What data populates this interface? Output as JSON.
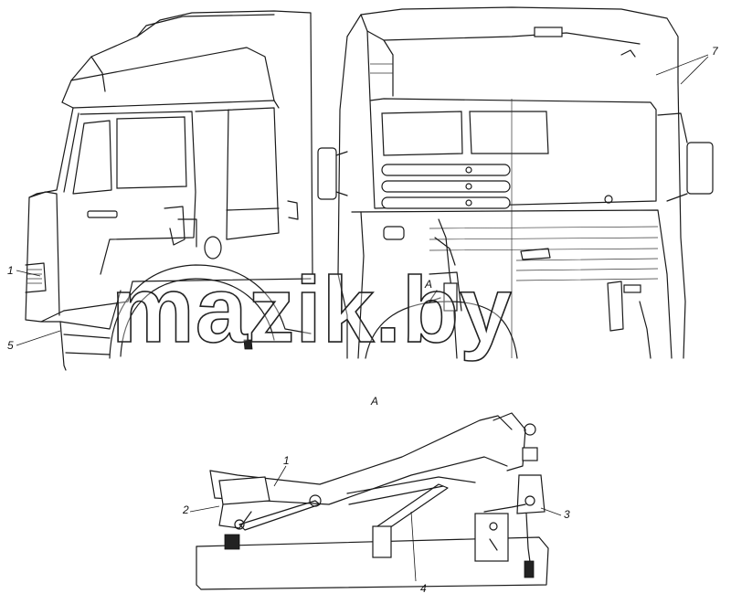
{
  "labels": {
    "view_a": "A",
    "c1_top": "1",
    "c5": "5",
    "c7": "7",
    "c1_bottom": "1",
    "c2": "2",
    "c3": "3",
    "c4": "4",
    "arrow_a": "A"
  },
  "watermark": "mazik.by",
  "colors": {
    "line": "#1a1a1a",
    "background": "#ffffff"
  }
}
